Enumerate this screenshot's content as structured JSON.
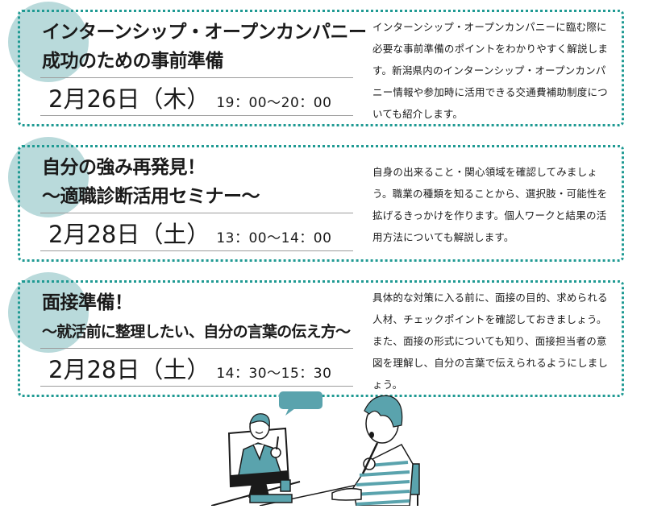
{
  "colors": {
    "accent_teal": "#1f9a93",
    "circle_light_teal": "#b9dadb",
    "illustration_teal": "#5aa3ad",
    "text": "#1a1a1a",
    "rule": "#9c9c9c"
  },
  "events": [
    {
      "title_line1": "インターンシップ・オープンカンパニー",
      "title_line2": "成功のための事前準備",
      "date": "2月26日（木）",
      "time": "19：00～20：00",
      "description": "インターンシップ・オープンカンパニーに臨む際に必要な事前準備のポイントをわかりやすく解説します。新潟県内のインターンシップ・オープンカンパニー情報や参加時に活用できる交通費補助制度についても紹介します。"
    },
    {
      "title_line1": "自分の強み再発見！",
      "title_line2": "～適職診断活用セミナー～",
      "date": "2月28日（土）",
      "time": "13：00～14：00",
      "description": "自身の出来ること・関心領域を確認してみましょう。職業の種類を知ることから、選択肢・可能性を拡げるきっかけを作ります。個人ワークと結果の活用方法についても解説します。"
    },
    {
      "title_line1": "面接準備！",
      "title_line2": "～就活前に整理したい、自分の言葉の伝え方～",
      "date": "2月28日（土）",
      "time": "14：30～15：30",
      "description": "具体的な対策に入る前に、面接の目的、求められる人材、チェックポイントを確認しておきましょう。また、面接の形式についても知り、面接担当者の意図を理解し、自分の言葉で伝えられるようにしましょう。"
    }
  ],
  "illustration": {
    "description": "online-interview-illustration"
  }
}
